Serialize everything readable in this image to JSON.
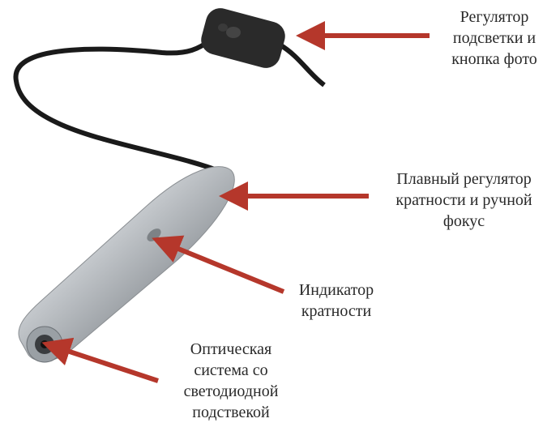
{
  "labels": {
    "control": "Регулятор\nподсветки и\nкнопка фото",
    "zoom": "Плавный регулятор\nкратности и ручной\nфокус",
    "indicator": "Индикатор\nкратности",
    "optics": "Оптическая\nсистема со\nсветодиодной\nподствекой"
  },
  "colors": {
    "arrow": "#b5372b",
    "body": "#b8bcc0",
    "cable": "#1a1a1a"
  }
}
